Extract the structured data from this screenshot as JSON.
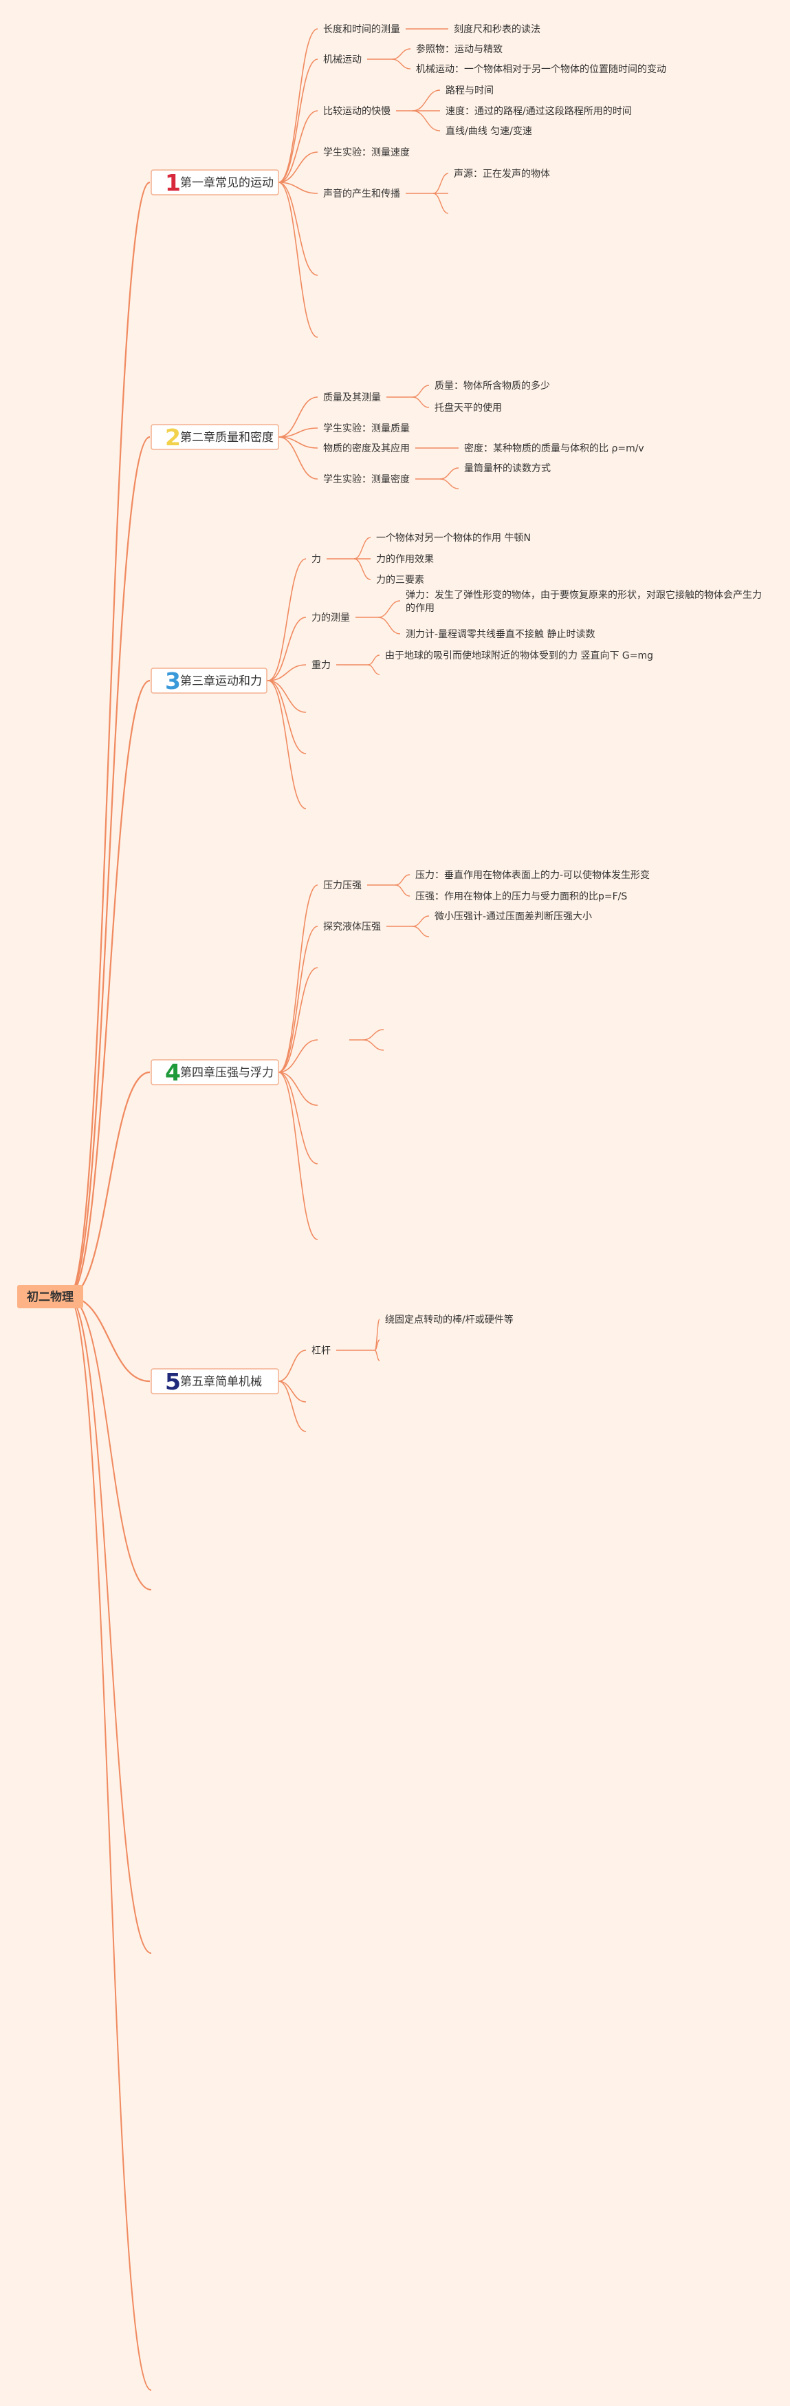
{
  "colors": {
    "background": "#fff2e8",
    "branch": "#f08a60",
    "root_fill": "#fdb386",
    "chapter_fill": "#ffffff",
    "chapter_border": "#f3b08f",
    "chapter_numbers": [
      "#d8283c",
      "#f2d14c",
      "#3a9ad9",
      "#1f9a3a",
      "#1f2a7a"
    ]
  },
  "root": {
    "label": "初二物理"
  },
  "chapters": [
    {
      "id": "ch1",
      "num": "1",
      "title": "第一章常见的运动",
      "topics": [
        {
          "label": "长度和时间的测量",
          "children": [
            {
              "label": "刻度尺和秒表的读法"
            }
          ]
        },
        {
          "label": "机械运动",
          "children": [
            {
              "label": "参照物：运动与精致"
            },
            {
              "label": "机械运动：一个物体相对于另一个物体的位置随时间的变动"
            }
          ]
        },
        {
          "label": "比较运动的快慢",
          "children": [
            {
              "label": "路程与时间"
            },
            {
              "label": "速度：通过的路程/通过这段路程所用的时间"
            },
            {
              "label": "直线/曲线 匀速/变速"
            }
          ]
        },
        {
          "label": "学生实验：测量速度",
          "children": []
        },
        {
          "label": "声音的产生和传播",
          "children": [
            {
              "label": "声源：正在发声的物体"
            },
            {
              "label": ""
            },
            {
              "label": ""
            }
          ]
        },
        {
          "label": "",
          "children": []
        },
        {
          "label": "",
          "children": []
        }
      ]
    },
    {
      "id": "ch2",
      "num": "2",
      "title": "第二章质量和密度",
      "topics": [
        {
          "label": "质量及其测量",
          "children": [
            {
              "label": "质量：物体所含物质的多少"
            },
            {
              "label": "托盘天平的使用"
            }
          ]
        },
        {
          "label": "学生实验：测量质量",
          "children": []
        },
        {
          "label": "物质的密度及其应用",
          "children": [
            {
              "label": "密度：某种物质的质量与体积的比 ρ=m/v"
            }
          ]
        },
        {
          "label": "学生实验：测量密度",
          "children": [
            {
              "label": "量筒量杯的读数方式"
            },
            {
              "label": ""
            }
          ]
        }
      ]
    },
    {
      "id": "ch3",
      "num": "3",
      "title": "第三章运动和力",
      "topics": [
        {
          "label": "力",
          "children": [
            {
              "label": "一个物体对另一个物体的作用 牛顿N"
            },
            {
              "label": "力的作用效果"
            },
            {
              "label": "力的三要素"
            }
          ]
        },
        {
          "label": "力的测量",
          "children": [
            {
              "label": "弹力：发生了弹性形变的物体，由于要恢复原来的形状，对跟它接触的物体会产生力的作用"
            },
            {
              "label": "测力计-量程调零共线垂直不接触 静止时读数"
            }
          ]
        },
        {
          "label": "重力",
          "children": [
            {
              "label": "由于地球的吸引而使地球附近的物体受到的力 竖直向下 G=mg"
            },
            {
              "label": ""
            }
          ]
        },
        {
          "label": "",
          "children": []
        },
        {
          "label": "",
          "children": []
        },
        {
          "label": "",
          "children": []
        }
      ]
    },
    {
      "id": "ch4",
      "num": "4",
      "title": "第四章压强与浮力",
      "topics": [
        {
          "label": "压力压强",
          "children": [
            {
              "label": "压力：垂直作用在物体表面上的力-可以使物体发生形变"
            },
            {
              "label": "压强：作用在物体上的压力与受力面积的比p=F/S"
            }
          ]
        },
        {
          "label": "探究液体压强",
          "children": [
            {
              "label": "微小压强计-通过压面差判断压强大小"
            },
            {
              "label": ""
            }
          ]
        },
        {
          "label": "",
          "children": []
        },
        {
          "label": "",
          "children": [
            {
              "label": ""
            },
            {
              "label": ""
            }
          ]
        },
        {
          "label": "",
          "children": []
        },
        {
          "label": "",
          "children": []
        },
        {
          "label": "",
          "children": []
        }
      ]
    },
    {
      "id": "ch5",
      "num": "5",
      "title": "第五章简单机械",
      "topics": [
        {
          "label": "杠杆",
          "children": [
            {
              "label": "绕固定点转动的棒/杆或硬件等"
            },
            {
              "label": ""
            },
            {
              "label": ""
            }
          ]
        },
        {
          "label": "",
          "children": []
        },
        {
          "label": "",
          "children": []
        }
      ]
    }
  ],
  "trailing_branches": 3
}
